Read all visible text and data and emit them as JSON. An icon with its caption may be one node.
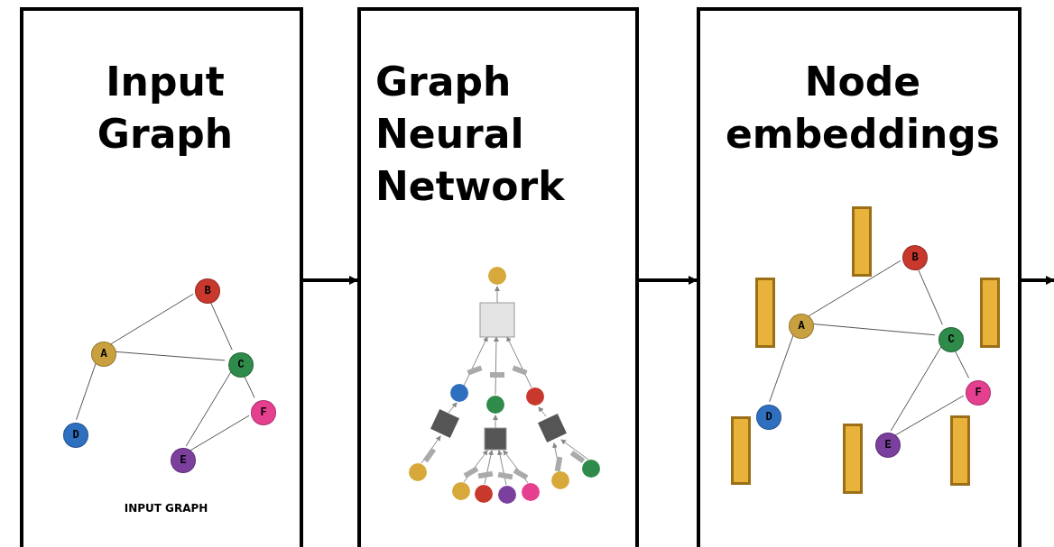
{
  "diagram": {
    "nodes": [
      {
        "text": [
          "Input Graph",
          "INPUT GRAPH"
        ]
      },
      {
        "text": [
          "B"
        ],
        "in": 0
      },
      {
        "text": [
          "A"
        ],
        "in": 0
      },
      {
        "text": [
          "C"
        ],
        "in": 0
      },
      {
        "text": [
          "F"
        ],
        "in": 0
      },
      {
        "text": [
          "D"
        ],
        "in": 0
      },
      {
        "text": [
          "E"
        ],
        "in": 0
      },
      {
        "text": [
          "Graph Neural Network"
        ]
      },
      {
        "text": [
          "Node embeddings"
        ]
      },
      {
        "text": [
          "B"
        ],
        "in": 8
      },
      {
        "text": [
          "A"
        ],
        "in": 8
      },
      {
        "text": [
          "C"
        ],
        "in": 8
      },
      {
        "text": [
          "F"
        ],
        "in": 8
      },
      {
        "text": [
          "D"
        ],
        "in": 8
      },
      {
        "text": [
          "E"
        ],
        "in": 8
      },
      {
        "text": [],
        "shape": "bar",
        "in": 8
      },
      {
        "text": [],
        "shape": "bar",
        "in": 8
      },
      {
        "text": [],
        "shape": "bar",
        "in": 8
      },
      {
        "text": [],
        "shape": "bar",
        "in": 8
      },
      {
        "text": [],
        "shape": "bar",
        "in": 8
      },
      {
        "text": [],
        "shape": "bar",
        "in": 8
      }
    ],
    "edges": [
      {
        "from": 0,
        "to": 7,
        "arrow": "to",
        "style": "thick"
      },
      {
        "from": 7,
        "to": 8,
        "arrow": "to",
        "style": "thick"
      },
      {
        "from": 8,
        "to": null,
        "arrow": "to",
        "style": "thick"
      },
      {
        "from": 2,
        "to": 1,
        "arrow": "none"
      },
      {
        "from": 2,
        "to": 3,
        "arrow": "none"
      },
      {
        "from": 1,
        "to": 3,
        "arrow": "none"
      },
      {
        "from": 2,
        "to": 5,
        "arrow": "none"
      },
      {
        "from": 3,
        "to": 6,
        "arrow": "none"
      },
      {
        "from": 3,
        "to": 4,
        "arrow": "none"
      },
      {
        "from": 6,
        "to": 4,
        "arrow": "none"
      },
      {
        "from": 10,
        "to": 9,
        "arrow": "none"
      },
      {
        "from": 10,
        "to": 11,
        "arrow": "none"
      },
      {
        "from": 9,
        "to": 11,
        "arrow": "none"
      },
      {
        "from": 10,
        "to": 13,
        "arrow": "none"
      },
      {
        "from": 11,
        "to": 14,
        "arrow": "none"
      },
      {
        "from": 11,
        "to": 12,
        "arrow": "none"
      },
      {
        "from": 14,
        "to": 12,
        "arrow": "none"
      }
    ]
  }
}
